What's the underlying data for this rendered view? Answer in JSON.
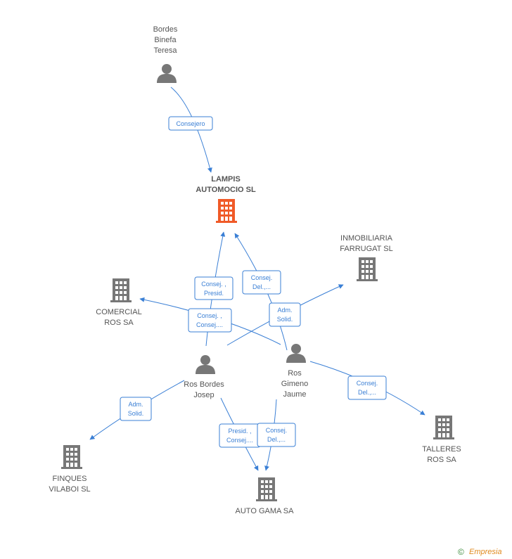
{
  "colors": {
    "edge": "#3a7fd5",
    "node_gray": "#777777",
    "node_highlight": "#f05a28",
    "text": "#555555"
  },
  "nodes": {
    "bordes_binefa": {
      "lines": [
        "Bordes",
        "Binefa",
        "Teresa"
      ],
      "icon": "person-icon"
    },
    "lampis": {
      "lines": [
        "LAMPIS",
        "AUTOMOCIO SL"
      ],
      "icon": "building-icon"
    },
    "inmobiliaria": {
      "lines": [
        "INMOBILIARIA",
        "FARRUGAT SL"
      ],
      "icon": "building-icon"
    },
    "comercial": {
      "lines": [
        "COMERCIAL",
        "ROS SA"
      ],
      "icon": "building-icon"
    },
    "ros_gimeno": {
      "lines": [
        "Ros",
        "Gimeno",
        "Jaume"
      ],
      "icon": "person-icon"
    },
    "ros_bordes": {
      "lines": [
        "Ros Bordes",
        "Josep"
      ],
      "icon": "person-icon"
    },
    "talleres": {
      "lines": [
        "TALLERES",
        "ROS SA"
      ],
      "icon": "building-icon"
    },
    "finques": {
      "lines": [
        "FINQUES",
        "VILABOI SL"
      ],
      "icon": "building-icon"
    },
    "auto_gama": {
      "lines": [
        "AUTO GAMA SA"
      ],
      "icon": "building-icon"
    }
  },
  "edges": {
    "e1": [
      "Consejero"
    ],
    "e2": [
      "Consej. ,",
      "Presid."
    ],
    "e3": [
      "Consej.",
      "Del.,..."
    ],
    "e4": [
      "Adm.",
      "Solid."
    ],
    "e5": [
      "Consej. ,",
      "Consej...."
    ],
    "e6": [
      "Consej.",
      "Del.,..."
    ],
    "e7": [
      "Adm.",
      "Solid."
    ],
    "e8": [
      "Presid. ,",
      "Consej...."
    ],
    "e9": [
      "Consej.",
      "Del.,..."
    ]
  },
  "footer": {
    "copyright": "©",
    "brand": "Empresia"
  }
}
